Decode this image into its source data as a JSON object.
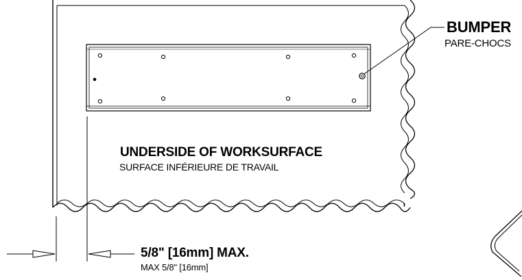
{
  "callouts": {
    "bumper": {
      "label_en": "BUMPER",
      "label_fr": "PARE-CHOCS"
    },
    "surface": {
      "label_en": "UNDERSIDE OF WORKSURFACE",
      "label_fr": "SURFACE INFÉRIEURE DE TRAVAIL"
    },
    "dimension": {
      "label_en": "5/8\" [16mm] MAX.",
      "label_fr": "MAX 5/8\" [16mm]"
    }
  },
  "icons": {
    "arrow_left": "dimension-arrow-left-icon",
    "arrow_right": "dimension-arrow-right-icon",
    "bumper": "bumper-icon"
  },
  "colors": {
    "line": "#000000",
    "background": "#ffffff"
  }
}
